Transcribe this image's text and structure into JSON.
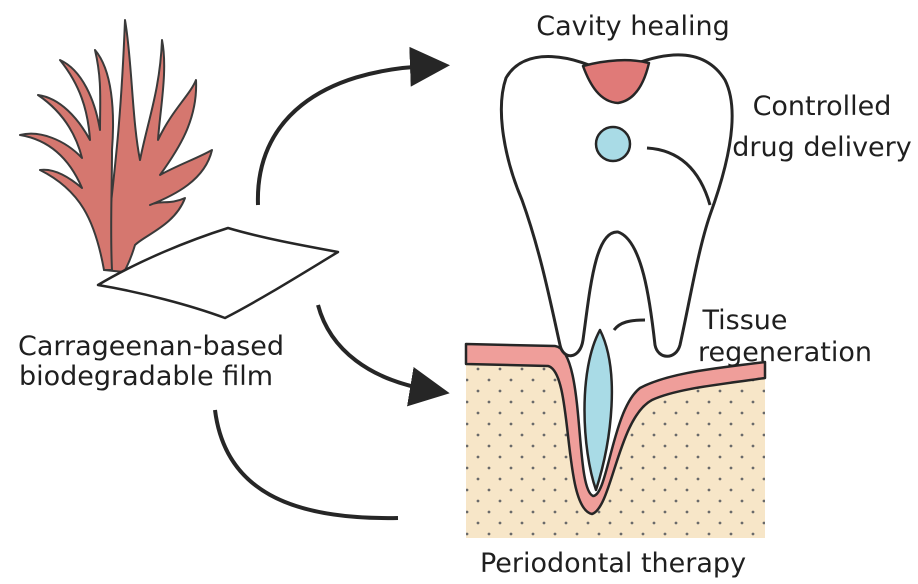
{
  "labels": {
    "film_line1": "Carrageenan-based",
    "film_line2": "biodegradable film",
    "cavity": "Cavity healing",
    "drug_line1": "Controlled",
    "drug_line2": "drug delivery",
    "tissue_line1": "Tissue",
    "tissue_line2": "regeneration",
    "periodontal": "Periodontal therapy"
  },
  "icons": [
    "seaweed-icon",
    "film-sheet-icon",
    "tooth-icon",
    "gum-tissue-icon",
    "arrow-icon"
  ],
  "colors": {
    "seaweed": "#d5776f",
    "cavity": "#e07a78",
    "drug_dot": "#a9dbe6",
    "gum": "#ef9e9a",
    "bone": "#f7e6c8",
    "bone_dots": "#6a6a6a",
    "yellow_layer": "#f6efa5",
    "stroke": "#262626"
  }
}
